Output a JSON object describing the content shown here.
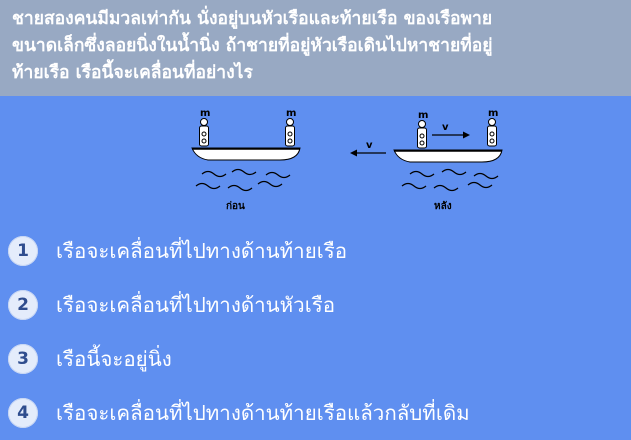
{
  "question": {
    "lines": [
      "ชายสองคนมีมวลเท่ากัน นั่งอยู่บนหัวเรือและท้ายเรือ ของเรือพาย",
      "ขนาดเล็กซึ่งลอยนิ่งในน้ำนิ่ง ถ้าชายที่อยู่หัวเรือเดินไปหาชายที่อยู่",
      "ท้ายเรือ เรือนี้จะเคลื่อนที่อย่างไร"
    ]
  },
  "figure": {
    "before": {
      "mass_left": "m",
      "mass_right": "m",
      "caption": "ก่อน"
    },
    "after": {
      "mass_left": "m",
      "mass_right": "m",
      "boat_velocity": "v",
      "man_velocity": "v",
      "caption": "หลัง"
    }
  },
  "options": [
    {
      "number": "1",
      "text": "เรือจะเคลื่อนที่ไปทางด้านท้ายเรือ"
    },
    {
      "number": "2",
      "text": "เรือจะเคลื่อนที่ไปทางด้านหัวเรือ"
    },
    {
      "number": "3",
      "text": "เรือนี้จะอยู่นิ่ง"
    },
    {
      "number": "4",
      "text": "เรือจะเคลื่อนที่ไปทางด้านท้ายเรือแล้วกลับที่เดิม"
    }
  ],
  "colors": {
    "background": "#5f8ff0",
    "question_band": "#98a9c3",
    "badge": "#e4ecfb"
  }
}
